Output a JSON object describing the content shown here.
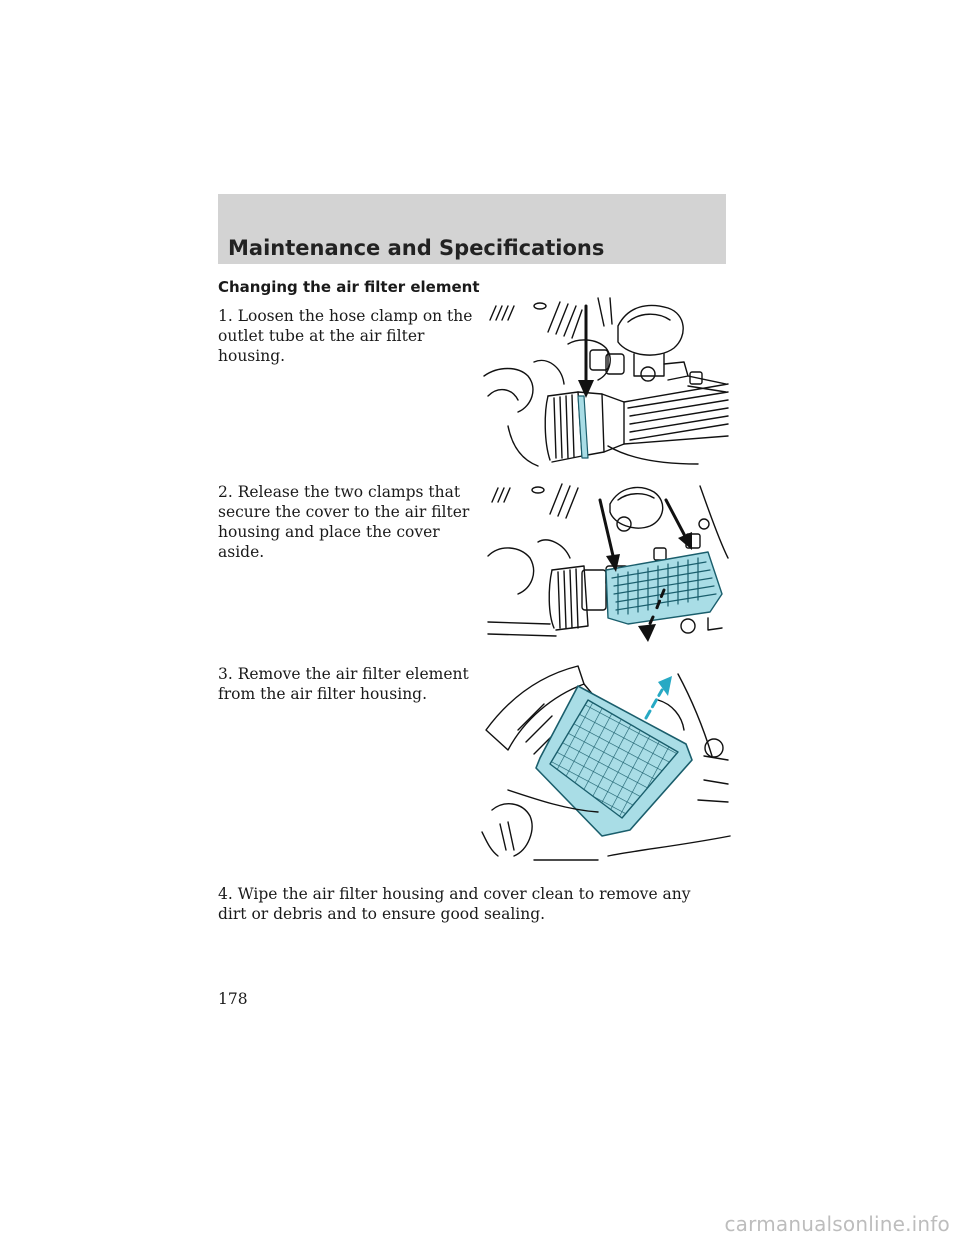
{
  "header": {
    "title": "Maintenance and Specifications"
  },
  "section": {
    "heading": "Changing the air filter element"
  },
  "steps": [
    {
      "text": "1. Loosen the hose clamp on the outlet tube at the air filter housing."
    },
    {
      "text": "2. Release the two clamps that secure the cover to the air filter housing and place the cover aside."
    },
    {
      "text": "3. Remove the air filter element from the air filter housing."
    },
    {
      "text": "4. Wipe the air filter housing and cover clean to remove any dirt or debris and to ensure good sealing."
    }
  ],
  "page": {
    "number": "178"
  },
  "watermark": {
    "text": "carmanualsonline.info"
  },
  "colors": {
    "highlight": "#a9dde6",
    "highlight_stroke": "#1a5e6c",
    "arrow_accent": "#27a9c4",
    "header_band": "#d3d3d3"
  }
}
